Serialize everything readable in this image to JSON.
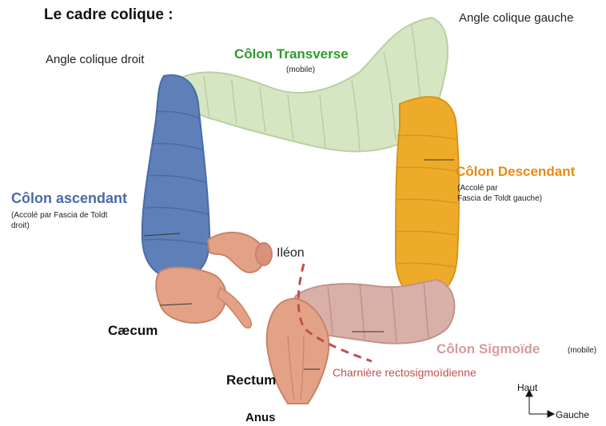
{
  "title": "Le cadre colique :",
  "labels": {
    "angle_gauche": "Angle colique gauche",
    "angle_droit": "Angle colique droit",
    "transverse": "Côlon Transverse",
    "transverse_note": "(mobile)",
    "ascendant": "Côlon ascendant",
    "ascendant_note_1": "(Accolé par Fascia de Toldt",
    "ascendant_note_2": "droit)",
    "descendant": "Côlon Descendant",
    "descendant_note_1": "(Accolé par",
    "descendant_note_2": "Fascia de Toldt gauche)",
    "ileon": "Iléon",
    "caecum": "Cæcum",
    "rectum": "Rectum",
    "anus": "Anus",
    "sigmoide": "Côlon Sigmoïde",
    "sigmoide_note": "(mobile)",
    "charniere": "Charnière rectosigmoïdienne"
  },
  "compass": {
    "up": "Haut",
    "right": "Gauche"
  },
  "colors": {
    "transverse": "#d7e6c2",
    "ascendant": "#5f7fb8",
    "descendant": "#eeab2a",
    "sigmoide": "#d9b0a8",
    "rectum": "#e3a286",
    "dashed_line": "#c0504d"
  }
}
